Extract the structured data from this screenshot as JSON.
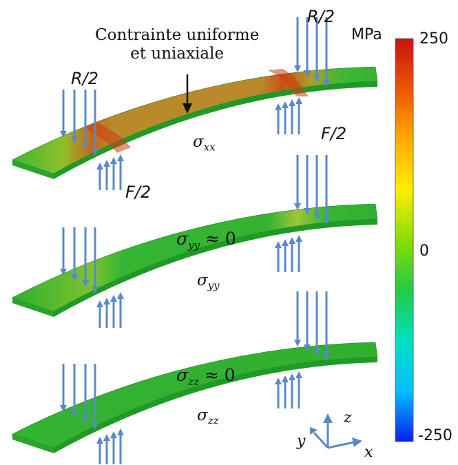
{
  "annotation": {
    "line1": "Contrainte uniforme",
    "line2": "et uniaxiale"
  },
  "forces": {
    "reaction": "R/2",
    "applied": "F/2"
  },
  "panels": [
    {
      "sigma": "σ",
      "sub": "xx",
      "approx": ""
    },
    {
      "sigma": "σ",
      "sub": "yy",
      "approx": "≈ 0"
    },
    {
      "sigma": "σ",
      "sub": "zz",
      "approx": "≈ 0"
    }
  ],
  "colorbar": {
    "unit": "MPa",
    "max": "250",
    "mid": "0",
    "min": "-250",
    "colors": [
      "#0a1ef0",
      "#00bfff",
      "#00e0c0",
      "#22cc44",
      "#88dd00",
      "#ffee00",
      "#ffaa00",
      "#ee5500",
      "#cc1111"
    ]
  },
  "axes": {
    "x": "x",
    "y": "y",
    "z": "z"
  },
  "colors": {
    "arrow": "#5b88c8",
    "beam_green": "#2fb52f",
    "beam_dark": "#1a8a1a",
    "hot": "#cc4a00"
  }
}
